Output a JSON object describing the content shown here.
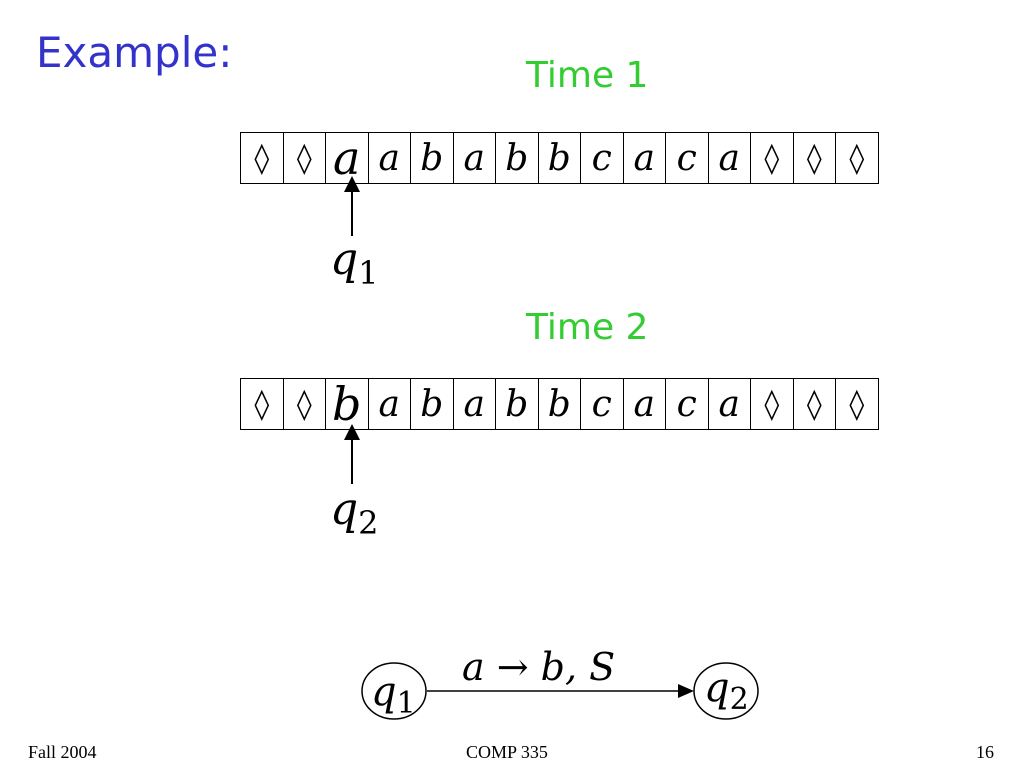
{
  "slide": {
    "title": "Example:"
  },
  "time1": {
    "label": "Time 1",
    "tape": [
      "◊",
      "◊",
      "a",
      "a",
      "b",
      "a",
      "b",
      "b",
      "c",
      "a",
      "c",
      "a",
      "◊",
      "◊",
      "◊"
    ],
    "head_index": 2,
    "state": "q",
    "state_sub": "1"
  },
  "time2": {
    "label": "Time 2",
    "tape": [
      "◊",
      "◊",
      "b",
      "a",
      "b",
      "a",
      "b",
      "b",
      "c",
      "a",
      "c",
      "a",
      "◊",
      "◊",
      "◊"
    ],
    "head_index": 2,
    "state": "q",
    "state_sub": "2"
  },
  "transition": {
    "from": "q",
    "from_sub": "1",
    "to": "q",
    "to_sub": "2",
    "label": "a → b, S"
  },
  "footer": {
    "left": "Fall 2004",
    "center": "COMP 335",
    "right": "16"
  }
}
